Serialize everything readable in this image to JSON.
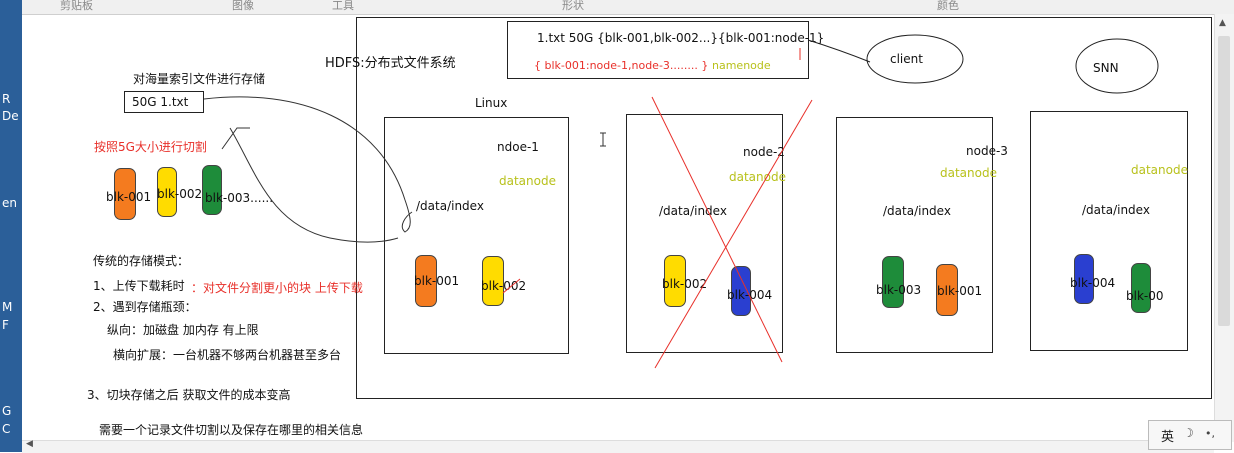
{
  "ribbon": [
    "剪贴板",
    "图像",
    "工具",
    "形状",
    "颜色"
  ],
  "taskbar": [
    "R",
    "De",
    "en",
    "M",
    "F",
    "G",
    "C"
  ],
  "hdfs_title": "HDFS:分布式文件系统",
  "namenode_box": {
    "line1": "1.txt  50G  {blk-001,blk-002...}{blk-001:node-1}",
    "line2": "{ blk-001:node-1,node-3........ }",
    "role": "namenode"
  },
  "client": "client",
  "snn": "SNN",
  "left_notes": {
    "store_massive": "对海量索引文件进行存储",
    "file_box": "50G 1.txt",
    "cut_note": "按照5G大小进行切割",
    "blocks": [
      "blk-001",
      "blk-002",
      "blk-003......"
    ],
    "traditional_title": "传统的存储模式：",
    "point1": "1、上传下载耗时",
    "point1_solution": "：对文件分割更小的块 上传下载",
    "point2": "2、遇到存储瓶颈：",
    "vertical": "纵向：加磁盘 加内存  有上限",
    "horizontal": "横向扩展：一台机器不够两台机器甚至多台",
    "point3": "3、切块存储之后  获取文件的成本变高",
    "need_record": "需要一个记录文件切割以及保存在哪里的相关信息"
  },
  "linux_label": "Linux",
  "nodes": [
    {
      "name": "ndoe-1",
      "role": "datanode",
      "path": "/data/index",
      "blocks": [
        "blk-001",
        "blk-002"
      ]
    },
    {
      "name": "node-2",
      "role": "datanode",
      "path": "/data/index",
      "blocks": [
        "blk-002",
        "blk-004"
      ]
    },
    {
      "name": "node-3",
      "role": "datanode",
      "path": "/data/index",
      "blocks": [
        "blk-003",
        "blk-001"
      ]
    },
    {
      "name": "",
      "role": "datanode",
      "path": "/data/index",
      "blocks": [
        "blk-004",
        "blk-00"
      ]
    }
  ],
  "ime": {
    "lang": "英"
  },
  "colors": {
    "orange": "#f47b1f",
    "yellow": "#ffdc00",
    "green": "#1e8c3a",
    "blue": "#2a3fd0",
    "red": "#e8302a",
    "datanode": "#b8c11b"
  }
}
